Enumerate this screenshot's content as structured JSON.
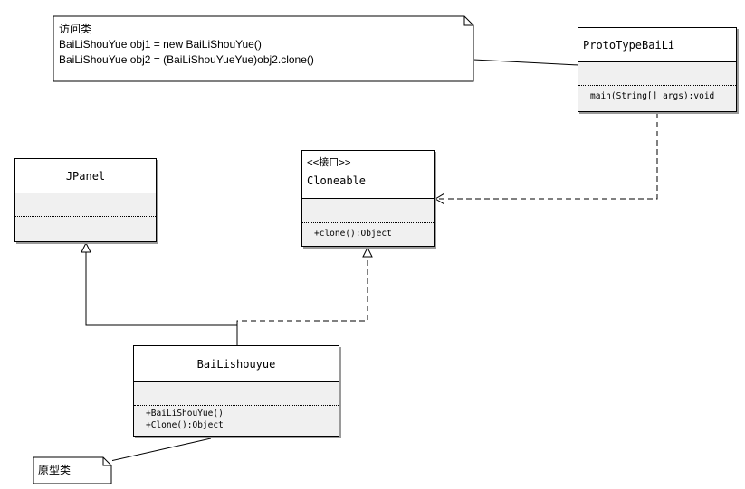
{
  "notes": {
    "access": {
      "title": "访问类",
      "line1": "BaiLiShouYue obj1 = new BaiLiShouYue()",
      "line2": "BaiLiShouYue obj2 = (BaiLiShouYueYue)obj2.clone()"
    },
    "prototype": {
      "title": "原型类"
    }
  },
  "classes": {
    "prototype_bai_li": {
      "name": "ProtoTypeBaiLi",
      "op1": "main(String[] args):void"
    },
    "jpanel": {
      "name": "JPanel"
    },
    "cloneable": {
      "stereotype": "<<接口>>",
      "name": "Cloneable",
      "op1": "+clone():Object"
    },
    "bai_li_shouyue": {
      "name": "BaiLishouyue",
      "op1": "+BaiLiShouYue()",
      "op2": "+Clone():Object"
    }
  }
}
